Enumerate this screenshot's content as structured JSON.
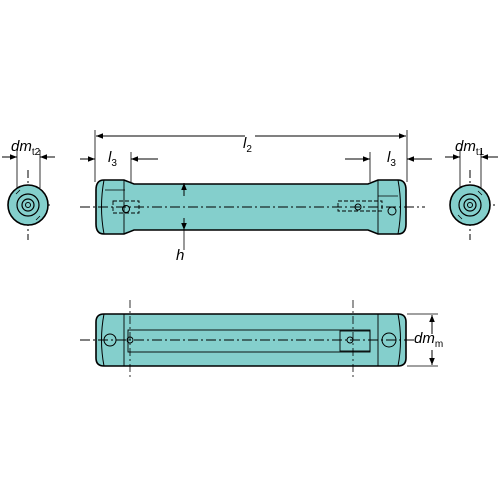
{
  "labels": {
    "dm_t2": {
      "main": "dm",
      "sub": "t2"
    },
    "dm_t1": {
      "main": "dm",
      "sub": "t1"
    },
    "dm_m": {
      "main": "dm",
      "sub": "m"
    },
    "l2": {
      "main": "l",
      "sub": "2"
    },
    "l3_left": {
      "main": "l",
      "sub": "3"
    },
    "l3_right": {
      "main": "l",
      "sub": "3"
    },
    "h": {
      "main": "h"
    }
  },
  "colors": {
    "body_fill": "#84cfcc",
    "outline": "#000000",
    "background": "#ffffff"
  }
}
